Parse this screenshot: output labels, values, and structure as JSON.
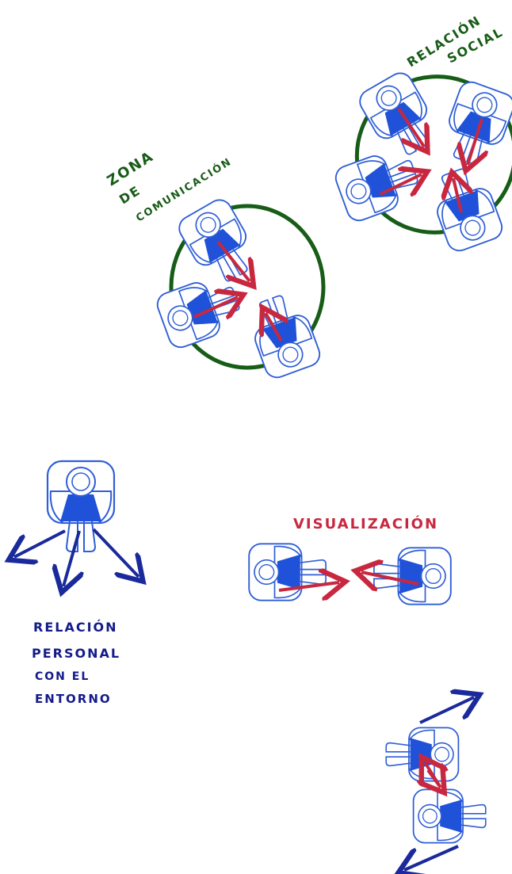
{
  "labels": {
    "zona_line1": "ZONA",
    "zona_line2": "DE",
    "zona_line3": "COMUNICACIÓN",
    "social_line1": "RELACIÓN",
    "social_line2": "SOCIAL",
    "visualizacion": "VISUALIZACIÓN",
    "personal_line1": "RELACIÓN",
    "personal_line2": "PERSONAL",
    "personal_line3": "CON EL",
    "personal_line4": "ENTORNO"
  },
  "colors": {
    "figure_outline": "#2f5fd6",
    "figure_fill": "#1f52d8",
    "arrow_red": "#c8283f",
    "circle_green": "#175c17",
    "text_green": "#175c17",
    "text_navy": "#141b8a",
    "text_red": "#c8283f",
    "arrow_navy": "#1a2a9a"
  }
}
